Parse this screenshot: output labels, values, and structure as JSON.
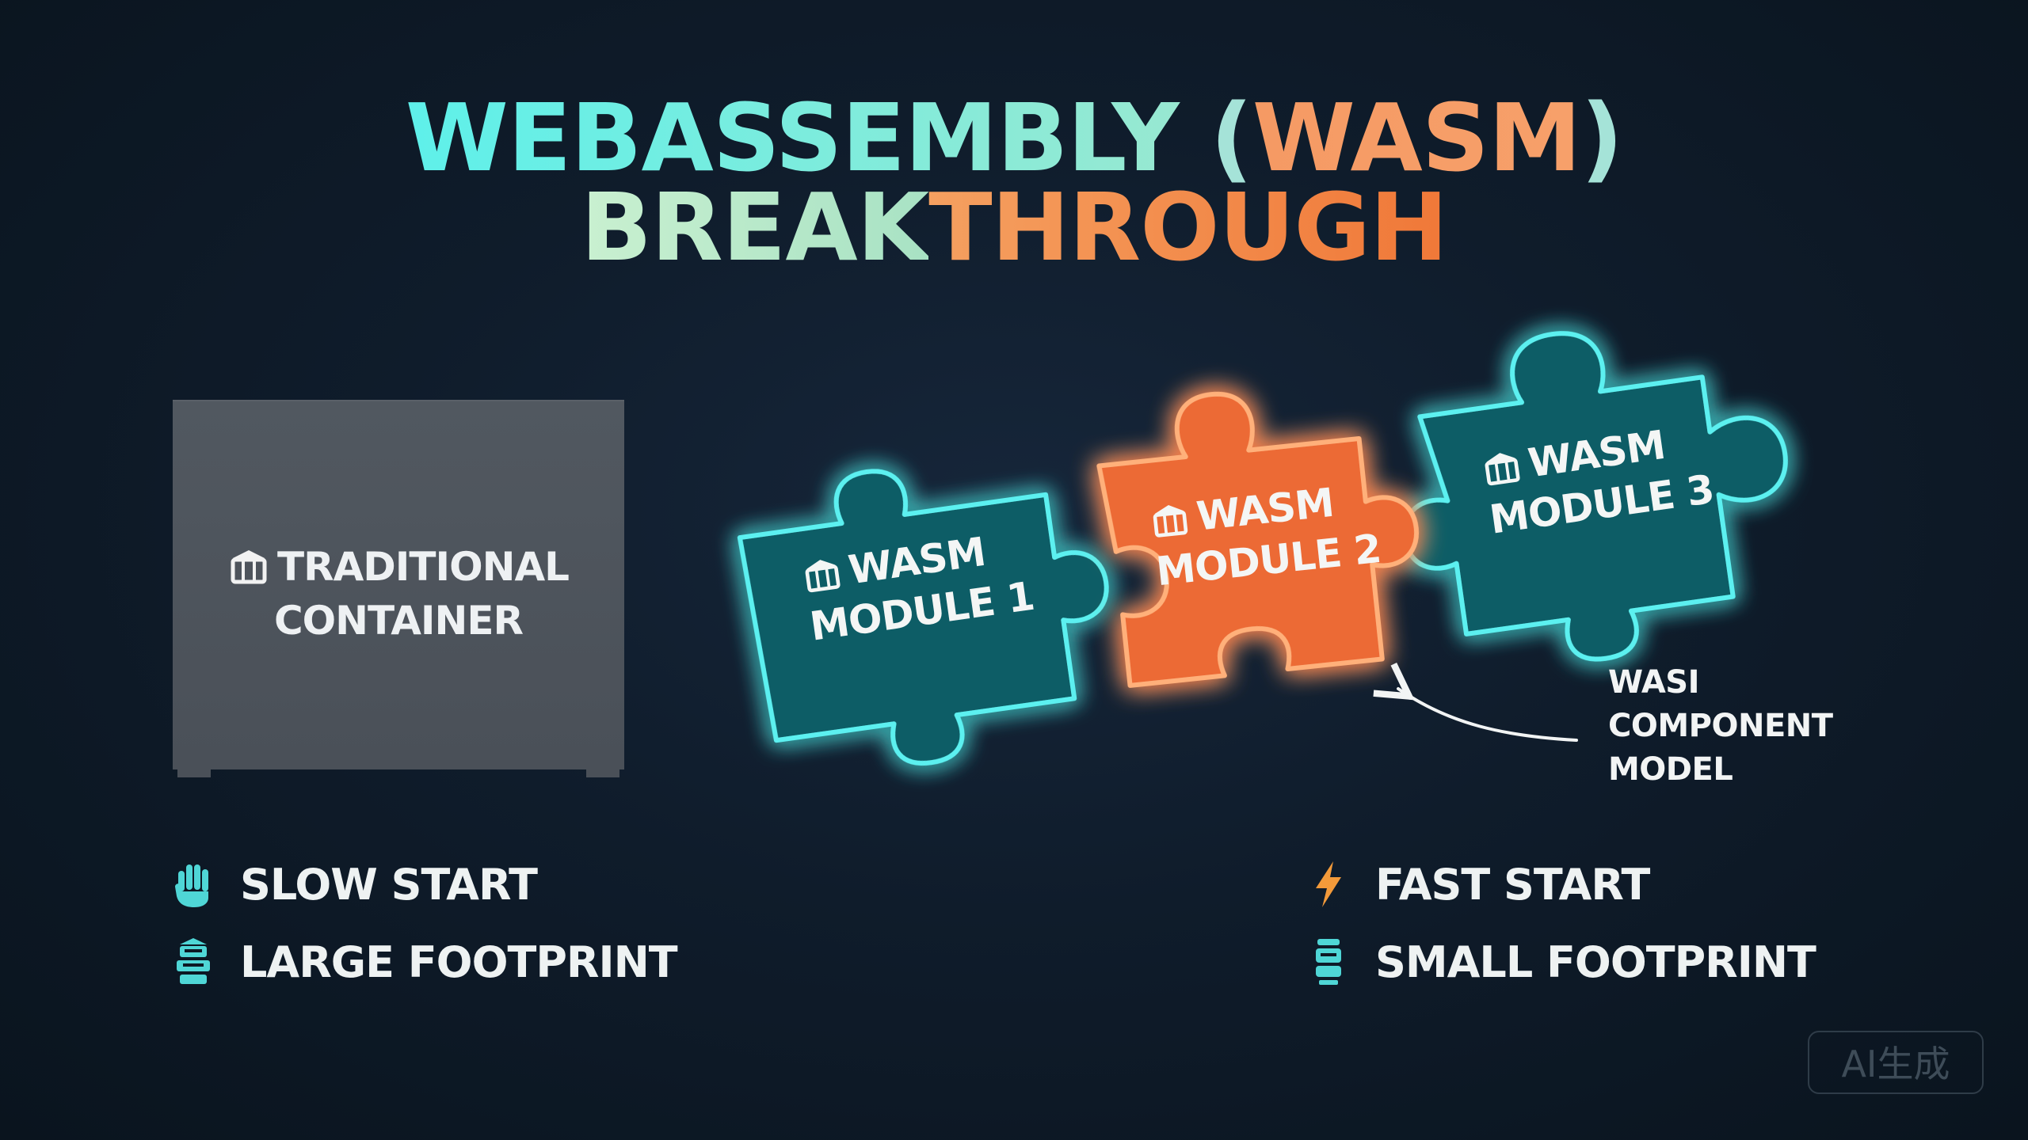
{
  "title": {
    "line1_part1": "WEBASSEMBLY ",
    "line1_part2": "(",
    "line1_part3": "WASM",
    "line1_part4": ")",
    "line2_part1": "BREAK",
    "line2_part2": "THROUGH"
  },
  "container": {
    "line1": "TRADITIONAL",
    "line2": "CONTAINER",
    "icon": "container-icon"
  },
  "modules": [
    {
      "line1": "WASM",
      "line2": "MODULE 1",
      "color": "#0e5d66",
      "glow": "#5cf0f0"
    },
    {
      "line1": "WASM",
      "line2": "MODULE 2",
      "color": "#ec6a34",
      "glow": "#ffb07a"
    },
    {
      "line1": "WASM",
      "line2": "MODULE 3",
      "color": "#0e5d66",
      "glow": "#5cf0f0"
    }
  ],
  "wasi": {
    "line1": "WASI",
    "line2": "COMPONENT",
    "line3": "MODEL"
  },
  "features_left": [
    {
      "label": "SLOW START",
      "icon": "hand-icon"
    },
    {
      "label": "LARGE FOOTPRINT",
      "icon": "server-stack-icon"
    }
  ],
  "features_right": [
    {
      "label": "FAST START",
      "icon": "lightning-icon"
    },
    {
      "label": "SMALL FOOTPRINT",
      "icon": "small-cylinder-icon"
    }
  ],
  "badge": "AI生成",
  "colors": {
    "background": "#0d1824",
    "teal": "#0e5d66",
    "orange": "#ec6a34",
    "cyan_glow": "#5cf0f0",
    "container_gray": "#4e545c"
  }
}
